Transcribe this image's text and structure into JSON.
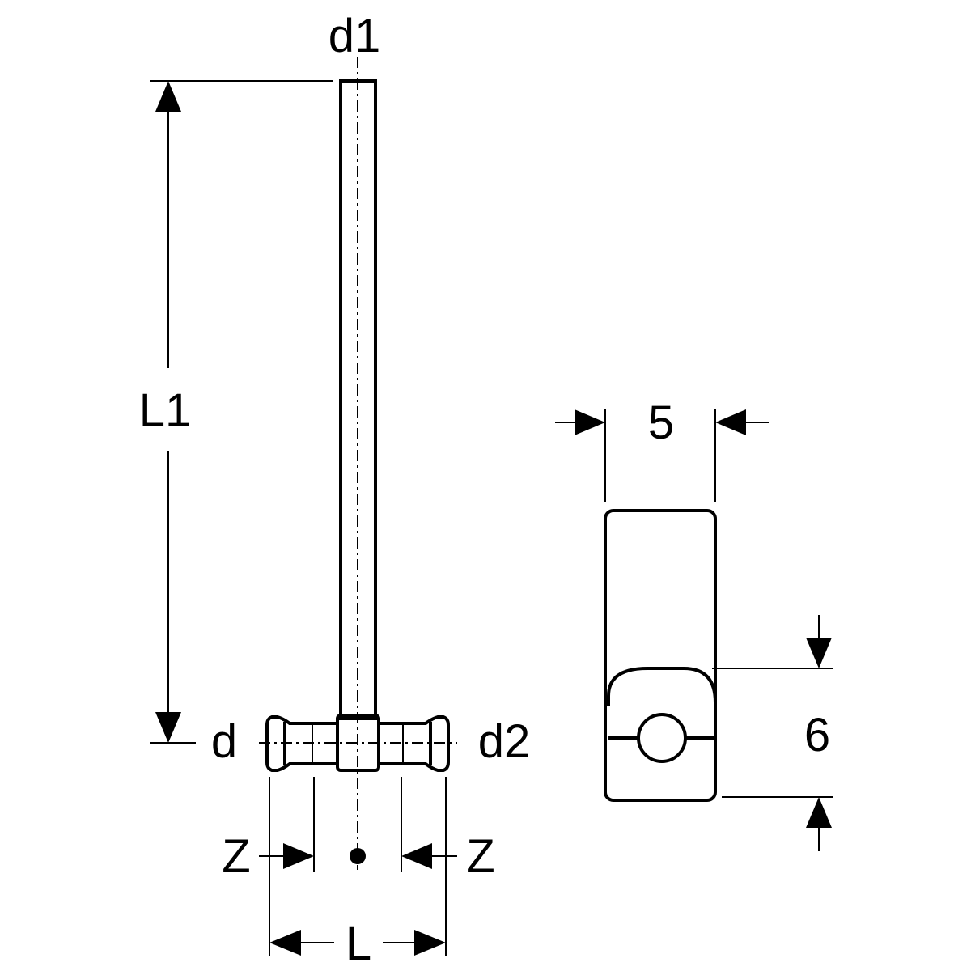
{
  "labels": {
    "d1": "d1",
    "L1": "L1",
    "d": "d",
    "d2": "d2",
    "z_left": "Z",
    "z_right": "Z",
    "L": "L",
    "five": "5",
    "six": "6"
  }
}
